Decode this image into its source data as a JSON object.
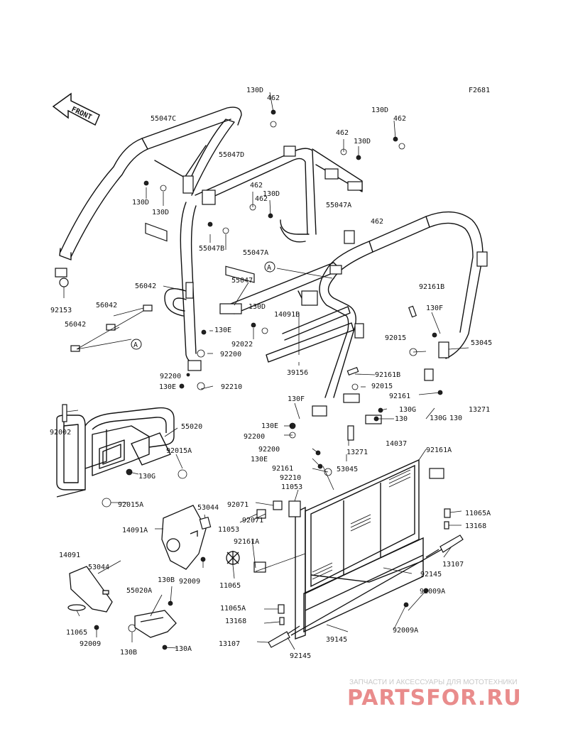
{
  "figure_code": "F2681",
  "front_label": "FRONT",
  "callouts": [
    "A",
    "A"
  ],
  "part_labels": [
    "130D",
    "462",
    "55047C",
    "130D",
    "462",
    "462",
    "130D",
    "55047D",
    "462",
    "130D",
    "130D",
    "462",
    "55047A",
    "130D",
    "462",
    "55047B",
    "55047A",
    "92153",
    "56042",
    "55047",
    "130D",
    "14091B",
    "92161B",
    "130F",
    "56042",
    "56042",
    "130E",
    "92022",
    "92200",
    "92015",
    "53045",
    "39156",
    "92200",
    "92161B",
    "130E",
    "92210",
    "92015",
    "92161",
    "13271",
    "130F",
    "92002",
    "55020",
    "130E",
    "130G",
    "92200",
    "130",
    "130G",
    "130",
    "92015A",
    "13271",
    "92200",
    "130G",
    "14037",
    "92161A",
    "130E",
    "92161",
    "53045",
    "92210",
    "92015A",
    "92071",
    "11053",
    "53044",
    "11065A",
    "92071",
    "14091A",
    "11053",
    "13168",
    "92161A",
    "13107",
    "14091",
    "53044",
    "92009",
    "11065",
    "92145",
    "130B",
    "55020A",
    "92009A",
    "11065A",
    "13168",
    "11065",
    "92009",
    "39145",
    "92009A",
    "13107",
    "130B",
    "130A",
    "92145"
  ],
  "watermark": {
    "subtitle": "ЗАПЧАСТИ И АКСЕССУАРЫ ДЛЯ МОТОТЕХНИКИ",
    "brand": "PARTSFOR.RU"
  },
  "colors": {
    "line": "#111111",
    "watermark_brand": "#e98c8c",
    "watermark_sub": "#c9c9c9",
    "background": "#ffffff"
  }
}
